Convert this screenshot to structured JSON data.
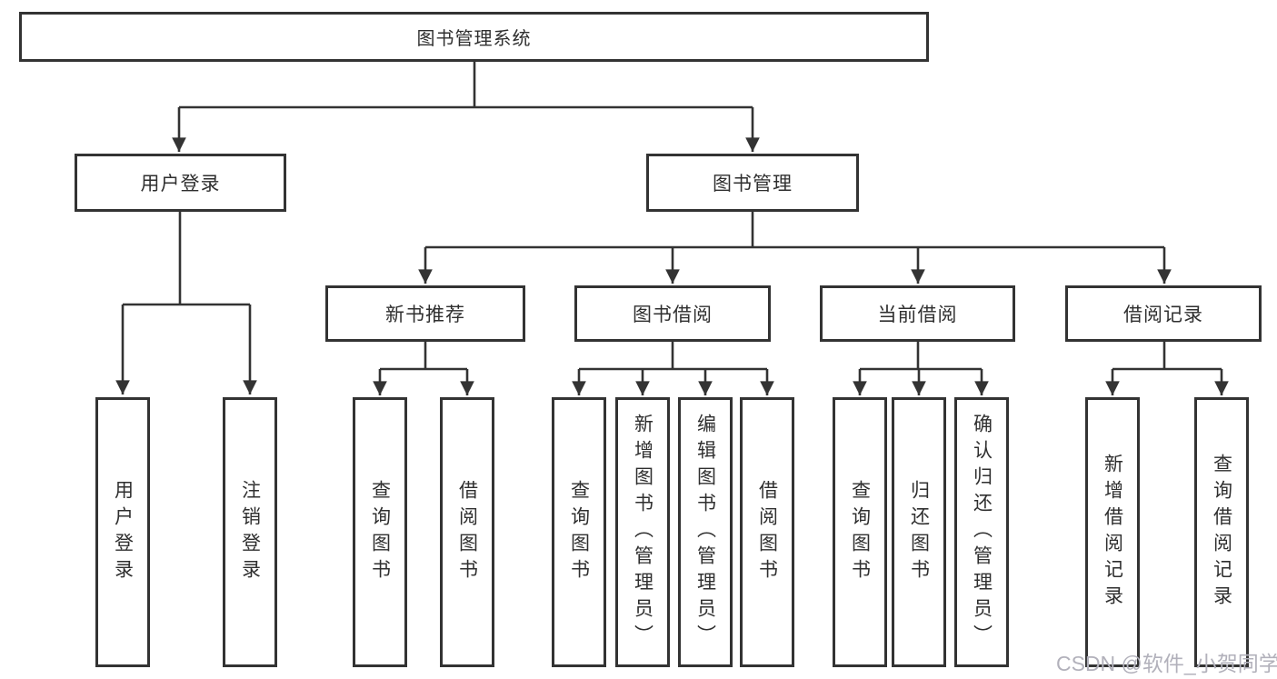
{
  "colors": {
    "line": "#333333",
    "box_border": "#333333",
    "box_background": "#ffffff",
    "text": "#2f2f2f",
    "watermark": "#b2b1bb"
  },
  "watermark": {
    "text": "CSDN @软件_小贺同学"
  },
  "tree": {
    "label": "图书管理系统",
    "children": [
      {
        "label": "用户登录",
        "children": [
          {
            "label": "用户登录"
          },
          {
            "label": "注销登录"
          }
        ]
      },
      {
        "label": "图书管理",
        "children": [
          {
            "label": "新书推荐",
            "children": [
              {
                "label": "查询图书"
              },
              {
                "label": "借阅图书"
              }
            ]
          },
          {
            "label": "图书借阅",
            "children": [
              {
                "label": "查询图书"
              },
              {
                "label": "新增图书（管理员）"
              },
              {
                "label": "编辑图书（管理员）"
              },
              {
                "label": "借阅图书"
              }
            ]
          },
          {
            "label": "当前借阅",
            "children": [
              {
                "label": "查询图书"
              },
              {
                "label": "归还图书"
              },
              {
                "label": "确认归还（管理员）"
              }
            ]
          },
          {
            "label": "借阅记录",
            "children": [
              {
                "label": "新增借阅记录"
              },
              {
                "label": "查询借阅记录"
              }
            ]
          }
        ]
      }
    ]
  }
}
